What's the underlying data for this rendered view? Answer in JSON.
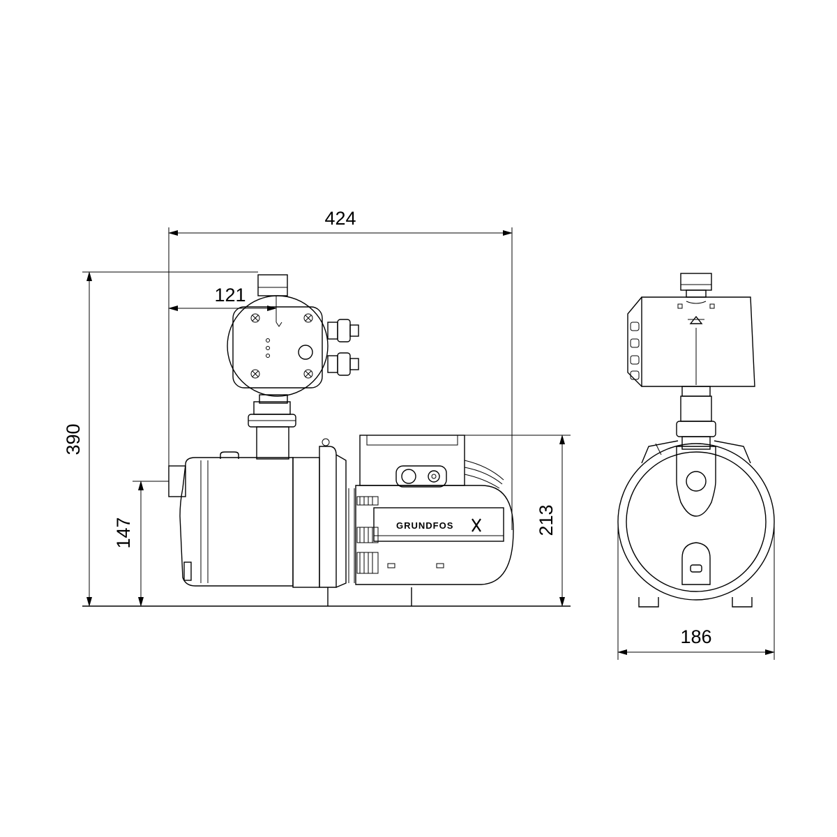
{
  "dimensions": {
    "overall_length": "424",
    "outlet_offset": "121",
    "overall_height": "390",
    "inlet_height": "147",
    "motor_height": "213",
    "width": "186"
  },
  "brand": "GRUNDFOS",
  "colors": {
    "line": "#000000",
    "background": "#ffffff"
  }
}
